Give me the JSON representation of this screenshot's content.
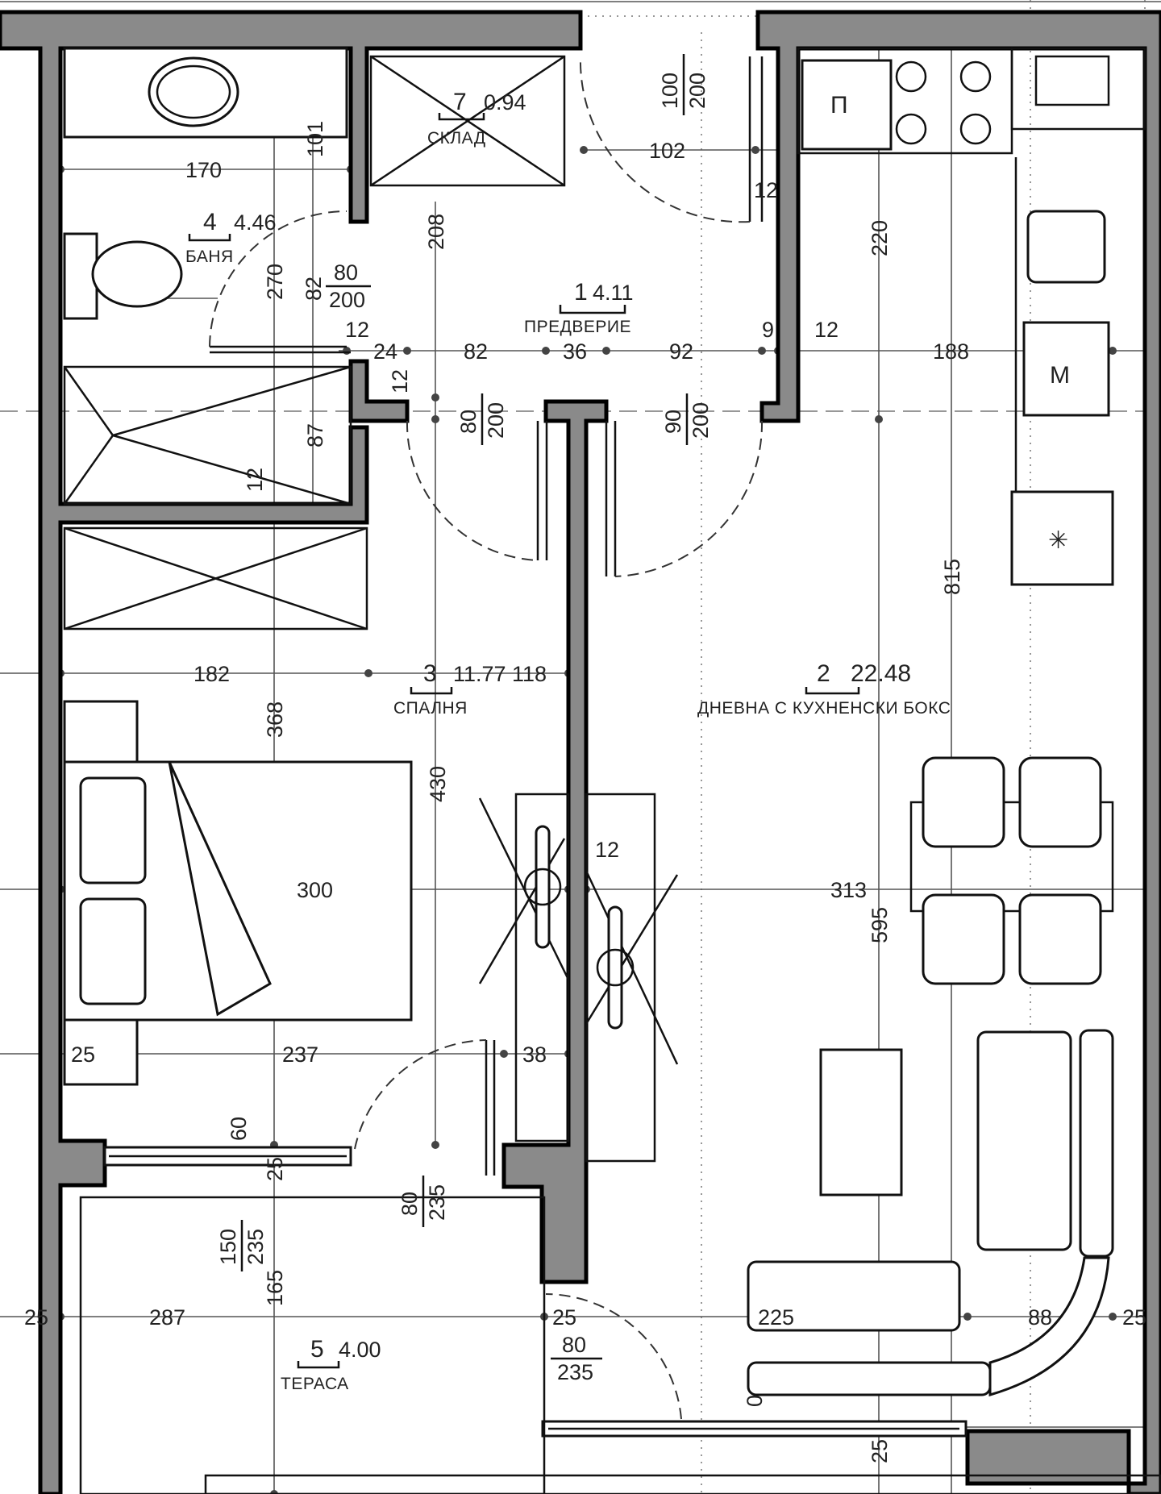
{
  "rooms": [
    {
      "number": "1",
      "area": "4.11",
      "name": "ПРЕДВЕРИЕ"
    },
    {
      "number": "2",
      "area": "22.48",
      "name": "ДНЕВНА С КУХНЕНСКИ БОКС"
    },
    {
      "number": "3",
      "area": "11.77",
      "name": "СПАЛНЯ"
    },
    {
      "number": "4",
      "area": "4.46",
      "name": "БАНЯ"
    },
    {
      "number": "5",
      "area": "4.00",
      "name": "ТЕРАСА"
    },
    {
      "number": "7",
      "area": "0.94",
      "name": "СКЛАД"
    }
  ],
  "dimensions": {
    "bath_width": "170",
    "bath_upper_height": "101",
    "bath_total_height": "270",
    "bath_door_height": "82",
    "shower_height": "87",
    "wall_12_a": "12",
    "wall_12_b": "12",
    "wall_12_c": "12",
    "wall_12_d": "12",
    "wall_12_e": "12",
    "wall_12_f": "12",
    "hall_24": "24",
    "hall_82": "82",
    "hall_36": "36",
    "hall_92": "92",
    "hall_9": "9",
    "kitchen_188": "188",
    "hall_102": "102",
    "hall_depth": "208",
    "kitchen_220": "220",
    "living_815": "815",
    "bed_182": "182",
    "bed_118": "118",
    "bed_368": "368",
    "bed_430": "430",
    "bed_300": "300",
    "living_313": "313",
    "living_595": "595",
    "bed_25": "25",
    "bed_237": "237",
    "bed_38": "38",
    "ter_60": "60",
    "ter_25_v": "25",
    "ter_165": "165",
    "left_25": "25",
    "ter_287": "287",
    "mid_25": "25",
    "liv_225": "225",
    "liv_88": "88",
    "right_25": "25",
    "bottom_25": "25",
    "zero": "0"
  },
  "openings": {
    "entry_top": "100",
    "entry_bottom": "200",
    "bath_door_top": "80",
    "bath_door_bottom": "200",
    "bed_door_top": "80",
    "bed_door_bottom": "200",
    "liv_door_top": "90",
    "liv_door_bottom": "200",
    "bed_ter_top": "80",
    "bed_ter_bottom": "235",
    "ter_win_top": "150",
    "ter_win_bottom": "235",
    "liv_ter_top": "80",
    "liv_ter_bottom": "235"
  },
  "fixtures": {
    "fridge_symbol": "П",
    "microwave_symbol": "M",
    "stove_symbol": "✳"
  }
}
